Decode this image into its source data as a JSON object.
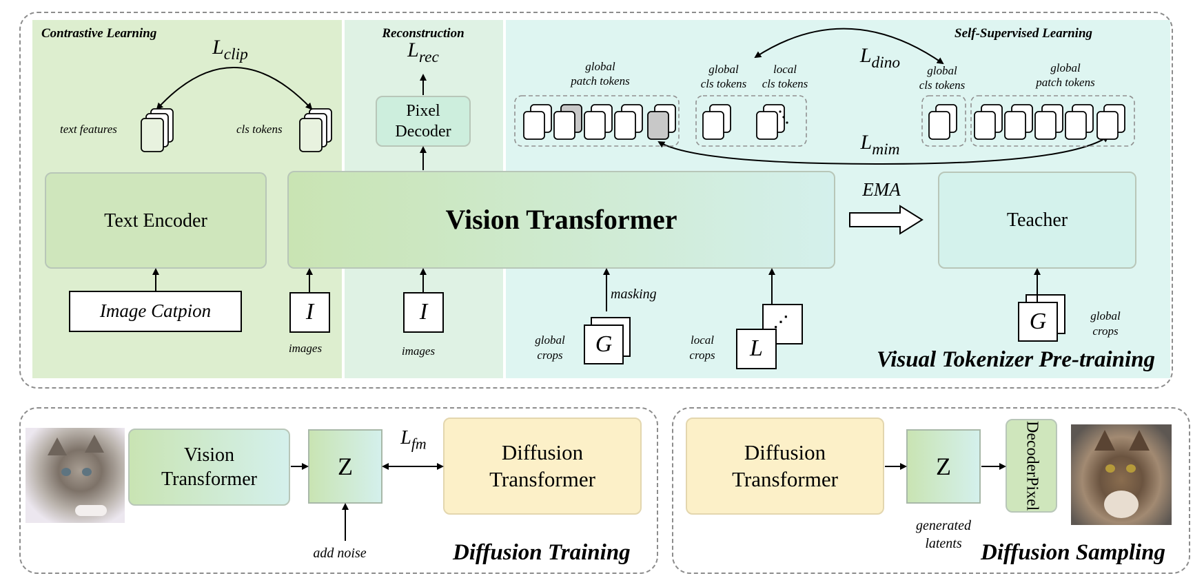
{
  "pretraining": {
    "title": "Visual Tokenizer Pre-training",
    "contrastive": {
      "title": "Contrastive Learning",
      "loss_base": "L",
      "loss_sub": "clip",
      "text_features": "text features",
      "cls_tokens": "cls tokens",
      "text_encoder": "Text Encoder",
      "caption": "Image Catpion"
    },
    "reconstruction": {
      "title": "Reconstruction",
      "loss_base": "L",
      "loss_sub": "rec",
      "decoder_line1": "Pixel",
      "decoder_line2": "Decoder",
      "image_letter": "I",
      "images": "images"
    },
    "images_left": "images",
    "image_left_letter": "I",
    "vision_transformer": "Vision Transformer",
    "ssl": {
      "title": "Self-Supervised Learning",
      "dino_base": "L",
      "dino_sub": "dino",
      "mim_base": "L",
      "mim_sub": "mim",
      "global_patch_tokens_line1": "global",
      "global_patch_tokens_line2": "patch tokens",
      "global_cls_line1": "global",
      "global_cls_line2": "cls tokens",
      "local_cls_line1": "local",
      "local_cls_line2": "cls tokens",
      "t_global_cls_line1": "global",
      "t_global_cls_line2": "cls tokens",
      "t_global_patch_line1": "global",
      "t_global_patch_line2": "patch tokens",
      "ema": "EMA",
      "teacher": "Teacher",
      "masking": "masking",
      "global_crops_line1": "global",
      "global_crops_line2": "crops",
      "local_crops_line1": "local",
      "local_crops_line2": "crops",
      "g_letter": "G",
      "l_letter": "L",
      "t_global_crops_line1": "global",
      "t_global_crops_line2": "crops",
      "t_g_letter": "G"
    }
  },
  "diffusion_training": {
    "title": "Diffusion Training",
    "vt_line1": "Vision",
    "vt_line2": "Transformer",
    "z": "Z",
    "loss_base": "L",
    "loss_sub": "fm",
    "dt_line1": "Diffusion",
    "dt_line2": "Transformer",
    "add_noise": "add noise"
  },
  "diffusion_sampling": {
    "title": "Diffusion Sampling",
    "dt_line1": "Diffusion",
    "dt_line2": "Transformer",
    "z": "Z",
    "generated_line1": "generated",
    "generated_line2": "latents",
    "decoder_line1": "Pixel",
    "decoder_line2": "Decoder"
  },
  "colors": {
    "contrastive_bg": "#ddeecf",
    "reconstruction_bg": "#dff2e4",
    "ssl_bg": "#def5f1",
    "green_box": "#cfe6bc",
    "teal_box": "#d4f2ec",
    "yellow_box": "#fcf0c8",
    "masked_token": "#c8c8c8"
  }
}
